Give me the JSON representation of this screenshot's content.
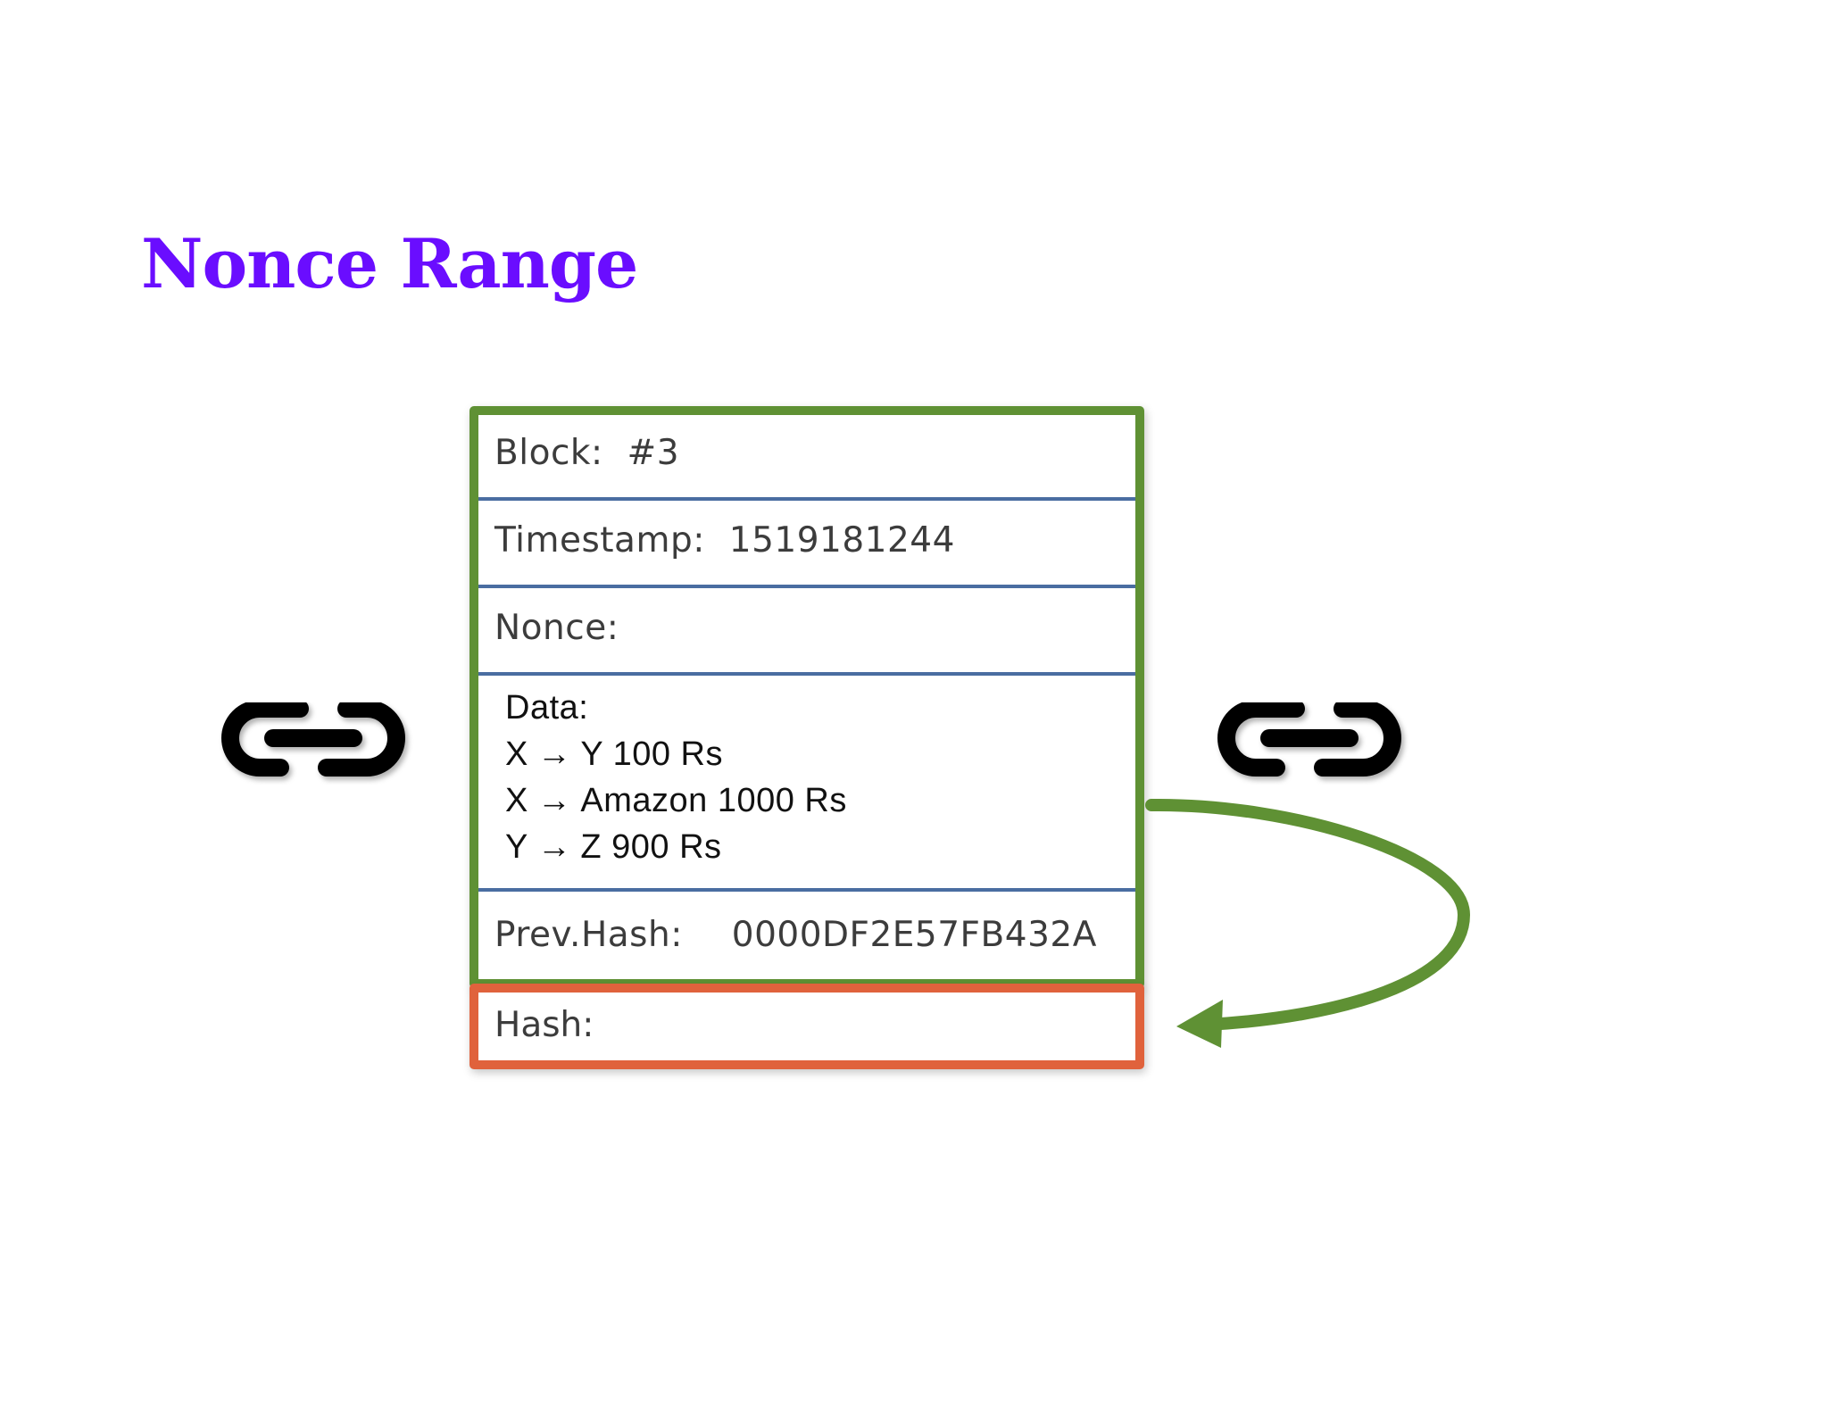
{
  "title": "Nonce Range",
  "colors": {
    "title": "#6a0dff",
    "block_border": "#5f9134",
    "row_divider": "#4a6da1",
    "hash_border": "#e0623c",
    "arrow": "#5f9134",
    "chain_icon": "#000000"
  },
  "block": {
    "block_label": "Block:",
    "block_value": "#3",
    "timestamp_label": "Timestamp:",
    "timestamp_value": "1519181244",
    "nonce_label": "Nonce:",
    "data": {
      "label": "Data:",
      "transactions": [
        {
          "from": "X",
          "to": "Y",
          "amount": "100 Rs"
        },
        {
          "from": "X",
          "to": "Amazon",
          "amount": "1000 Rs"
        },
        {
          "from": "Y",
          "to": "Z",
          "amount": "900 Rs"
        }
      ]
    },
    "prev_hash_label": "Prev.Hash:",
    "prev_hash_value": "0000DF2E57FB432A"
  },
  "hash": {
    "label": "Hash:"
  },
  "icons": {
    "left_link": "chain-link-icon",
    "right_link": "chain-link-icon",
    "transaction_arrow": "→",
    "return_arrow": "curved-arrow-icon"
  }
}
